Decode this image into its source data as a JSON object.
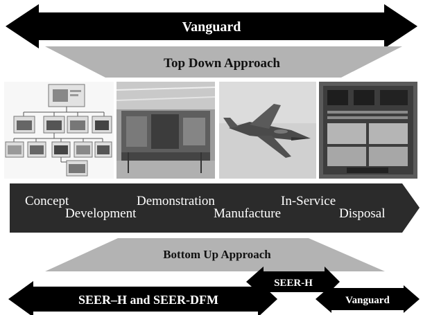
{
  "top_banner": {
    "label": "Vanguard"
  },
  "top_down": {
    "label": "Top Down Approach"
  },
  "lifecycle": {
    "stages_upper": [
      "Concept",
      "Demonstration",
      "In-Service"
    ],
    "stages_lower": [
      "Development",
      "Manufacture",
      "Disposal"
    ]
  },
  "bottom_up": {
    "label": "Bottom Up Approach"
  },
  "bottom_tools": {
    "left_label": "SEER–H and SEER-DFM",
    "middle_label": "SEER-H",
    "right_label": "Vanguard"
  },
  "images": [
    {
      "name": "product-breakdown-tree-image"
    },
    {
      "name": "manufacturing-line-photo"
    },
    {
      "name": "fighter-jet-photo"
    },
    {
      "name": "circuit-board-photo"
    }
  ],
  "colors": {
    "arrow_fill": "#000000",
    "trapezoid_fill": "#b3b3b3",
    "lifecycle_band": "#2b2b2b",
    "text_light": "#ffffff",
    "text_dark": "#111111"
  }
}
